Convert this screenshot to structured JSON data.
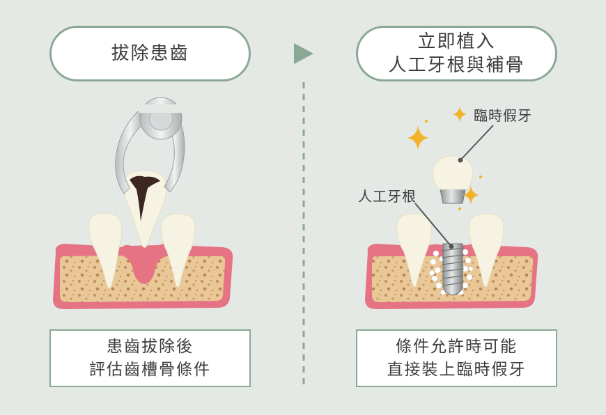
{
  "steps": [
    {
      "title_lines": [
        "拔除患齒"
      ],
      "desc_lines": [
        "患齒拔除後",
        "評估齒槽骨條件"
      ]
    },
    {
      "title_lines": [
        "立即植入",
        "人工牙根與補骨"
      ],
      "desc_lines": [
        "條件允許時可能",
        "直接裝上臨時假牙"
      ]
    }
  ],
  "labels": {
    "crown": "臨時假牙",
    "implant": "人工牙根"
  },
  "colors": {
    "background": "#e4e9e5",
    "accent": "#8aa895",
    "gum": "#e57383",
    "bone": "#e9c797",
    "tooth": "#f7f3e3",
    "sparkle": "#f2b32a"
  },
  "icons": [
    "arrow-right-icon",
    "forceps-icon",
    "sparkle-icon"
  ]
}
